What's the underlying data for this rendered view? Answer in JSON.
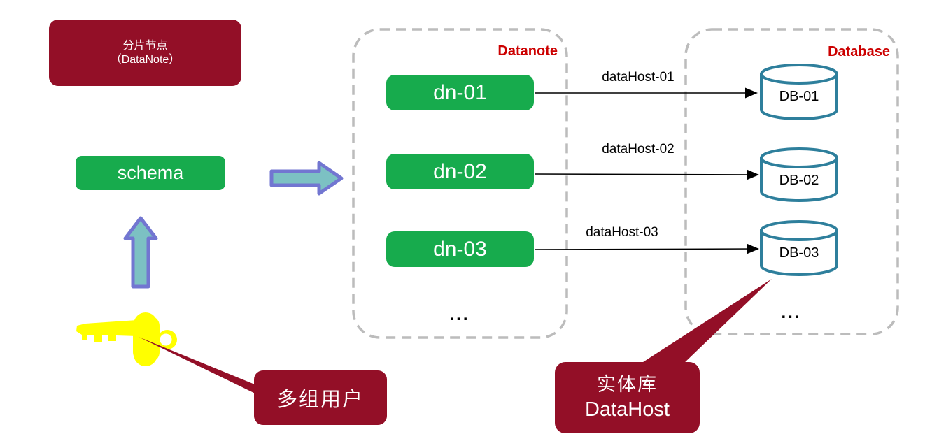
{
  "title_box": {
    "line1": "分片节点",
    "line2": "（DataNote）"
  },
  "schema": {
    "label": "schema"
  },
  "user_callout": {
    "label": "多组用户"
  },
  "datanote_group": {
    "label": "Datanote",
    "ellipsis": "...",
    "nodes": [
      {
        "label": "dn-01"
      },
      {
        "label": "dn-02"
      },
      {
        "label": "dn-03"
      }
    ]
  },
  "database_group": {
    "label": "Database",
    "ellipsis": "...",
    "databases": [
      {
        "label": "DB-01"
      },
      {
        "label": "DB-02"
      },
      {
        "label": "DB-03"
      }
    ]
  },
  "links": [
    {
      "label": "dataHost-01"
    },
    {
      "label": "dataHost-02"
    },
    {
      "label": "dataHost-03"
    }
  ],
  "datahost_callout": {
    "line1": "实体库",
    "line2": "DataHost"
  },
  "icons": {
    "key": "key-icon",
    "up_arrow": "up-arrow-icon",
    "right_arrow": "right-arrow-icon"
  },
  "colors": {
    "dark_red": "#930F27",
    "green": "#17AB4D",
    "group_label_red": "#CC0000",
    "cylinder_stroke": "#2E7F9C",
    "arrow_fill": "#7CC1C3",
    "arrow_border": "#7276D1",
    "key_yellow": "#FFFF00",
    "dash_gray": "#BCBCBC",
    "connector_black": "#000000"
  }
}
